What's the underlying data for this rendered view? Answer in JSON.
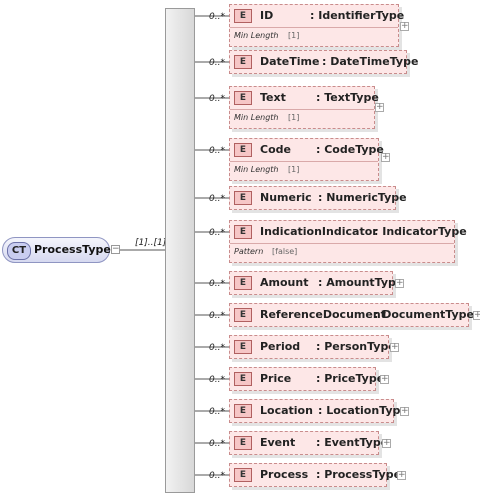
{
  "complex_type": {
    "badge": "CT",
    "name": "ProcessType",
    "collapse": "−"
  },
  "sequence_occurrence": "[1]..[1]",
  "facet_values": {
    "min_length": "[1]",
    "pattern": "[false]"
  },
  "elements": [
    {
      "id": "id",
      "occurrence": "0..*",
      "badge": "E",
      "name": "ID",
      "type": ": IdentifierType",
      "facet": "Min Length",
      "facet_value": "[1]"
    },
    {
      "id": "datetime",
      "occurrence": "0..*",
      "badge": "E",
      "name": "DateTime",
      "type": ": DateTimeType"
    },
    {
      "id": "text",
      "occurrence": "0..*",
      "badge": "E",
      "name": "Text",
      "type": ": TextType",
      "facet": "Min Length",
      "facet_value": "[1]"
    },
    {
      "id": "code",
      "occurrence": "0..*",
      "badge": "E",
      "name": "Code",
      "type": ": CodeType",
      "facet": "Min Length",
      "facet_value": "[1]"
    },
    {
      "id": "numeric",
      "occurrence": "0..*",
      "badge": "E",
      "name": "Numeric",
      "type": ": NumericType"
    },
    {
      "id": "indication",
      "occurrence": "0..*",
      "badge": "E",
      "name": "IndicationIndicator",
      "type": ": IndicatorType",
      "facet": "Pattern",
      "facet_value": "[false]"
    },
    {
      "id": "amount",
      "occurrence": "0..*",
      "badge": "E",
      "name": "Amount",
      "type": ": AmountType"
    },
    {
      "id": "refdoc",
      "occurrence": "0..*",
      "badge": "E",
      "name": "ReferenceDocument",
      "type": ": DocumentType"
    },
    {
      "id": "period",
      "occurrence": "0..*",
      "badge": "E",
      "name": "Period",
      "type": ": PersonType"
    },
    {
      "id": "price",
      "occurrence": "0..*",
      "badge": "E",
      "name": "Price",
      "type": ": PriceType"
    },
    {
      "id": "location",
      "occurrence": "0..*",
      "badge": "E",
      "name": "Location",
      "type": ": LocationType"
    },
    {
      "id": "event",
      "occurrence": "0..*",
      "badge": "E",
      "name": "Event",
      "type": ": EventType"
    },
    {
      "id": "process",
      "occurrence": "0..*",
      "badge": "E",
      "name": "Process",
      "type": ": ProcessType"
    }
  ],
  "plus_glyph": "+"
}
